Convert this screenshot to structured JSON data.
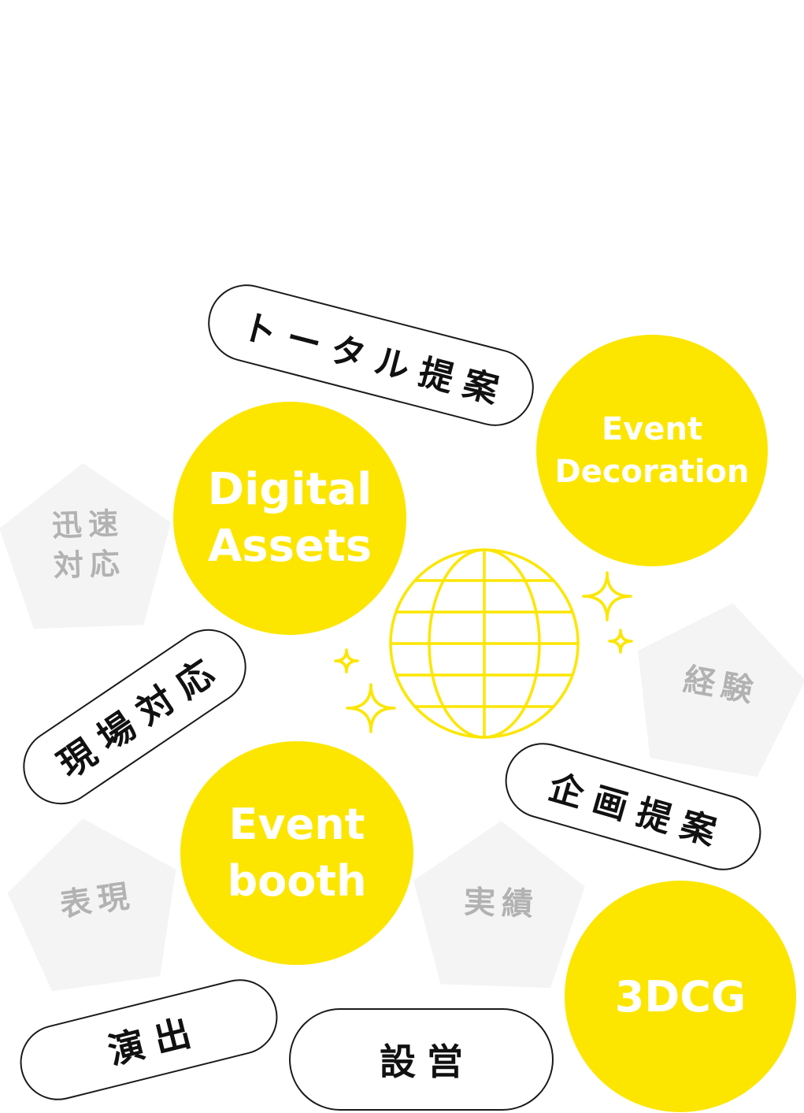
{
  "colors": {
    "accent": "#FCE600",
    "outline": "#1a1a1a",
    "pentagon": "#f4f4f4",
    "pentagon_text": "#b2b2b2"
  },
  "circles": {
    "event_decoration": "Event\nDecoration",
    "digital_assets": "Digital\nAssets",
    "event_booth": "Event\nbooth",
    "cg3d": "3DCG"
  },
  "pills": {
    "total_proposal": "トータル提案",
    "onsite_response": "現場対応",
    "planning_proposal": "企画提案",
    "direction": "演出",
    "setup_operation": "設営"
  },
  "pentagons": {
    "speed": "迅速\n対応",
    "experience": "経験",
    "expression": "表現",
    "record": "実績"
  },
  "icons": {
    "globe": "globe-icon",
    "sparkle": "sparkle-icon"
  }
}
